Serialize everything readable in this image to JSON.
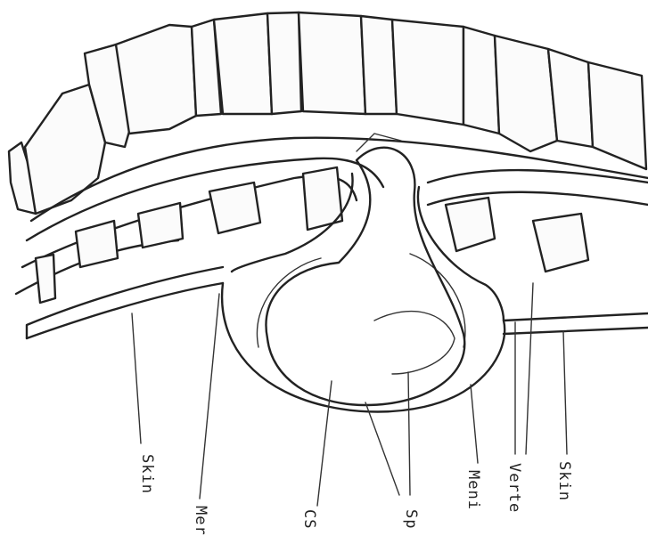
{
  "diagram": {
    "labels": {
      "skin_left": "Skin",
      "meninges_left": "Mer",
      "csf": "CS",
      "spinal_cord": "Sp",
      "meninges_right": "Meni",
      "vertebra": "Verte",
      "skin_right": "Skin"
    }
  }
}
